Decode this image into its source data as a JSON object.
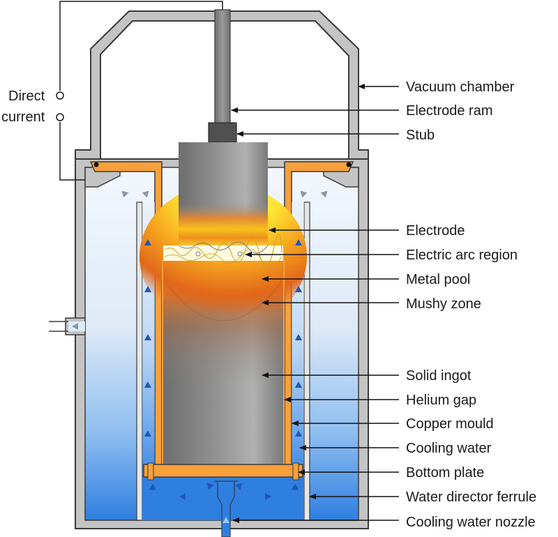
{
  "power": {
    "line1": "Direct",
    "line2": "current"
  },
  "labels": {
    "vacuum_chamber": "Vacuum chamber",
    "electrode_ram": "Electrode ram",
    "stub": "Stub",
    "electrode": "Electrode",
    "electric_arc_region": "Electric arc region",
    "metal_pool": "Metal pool",
    "mushy_zone": "Mushy zone",
    "solid_ingot": "Solid ingot",
    "helium_gap": "Helium gap",
    "copper_mould": "Copper mould",
    "cooling_water": "Cooling water",
    "bottom_plate": "Bottom plate",
    "water_director_ferrule": "Water director ferrule",
    "cooling_water_nozzle": "Cooling water nozzle"
  },
  "colors": {
    "chamber_wall": "#c4c4c4",
    "outline": "#3a3a3a",
    "copper": "#f7a03c",
    "water_light": "#eef4fb",
    "water_dark": "#2f7fe0",
    "arrow_blue": "#1f57b8",
    "arrow_grey": "#8a97a6"
  }
}
